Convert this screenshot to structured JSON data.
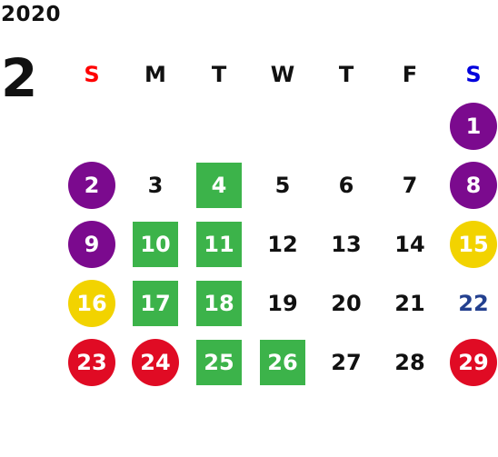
{
  "calendar": {
    "year": "2020",
    "month": "2",
    "weekdays": [
      "S",
      "M",
      "T",
      "W",
      "T",
      "F",
      "S"
    ],
    "weeks": [
      [
        "",
        "",
        "",
        "",
        "",
        "",
        "1"
      ],
      [
        "2",
        "3",
        "4",
        "5",
        "6",
        "7",
        "8"
      ],
      [
        "9",
        "10",
        "11",
        "12",
        "13",
        "14",
        "15"
      ],
      [
        "16",
        "17",
        "18",
        "19",
        "20",
        "21",
        "22"
      ],
      [
        "23",
        "24",
        "25",
        "26",
        "27",
        "28",
        "29"
      ]
    ]
  },
  "legend_colors": {
    "purple": "#7b0a8e",
    "green": "#3cb34a",
    "yellow": "#f2d300",
    "red": "#e00b24",
    "sunday_header": "#ff0000",
    "saturday_header": "#0000dd",
    "navy_text": "#23408f"
  }
}
